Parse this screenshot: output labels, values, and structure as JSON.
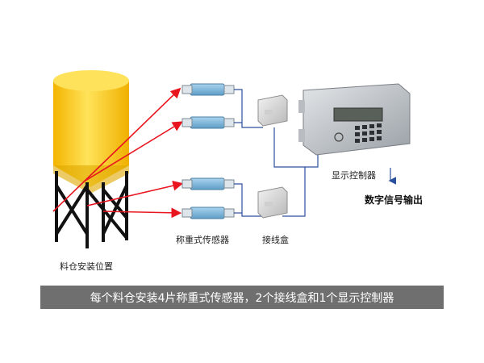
{
  "labels": {
    "silo": "料仓安装位置",
    "sensor": "称重式传感器",
    "junction_box": "接线盒",
    "controller": "显示控制器",
    "output": "数字信号输出"
  },
  "caption": "每个料仓安装4片称重式传感器，2个接线盒和1个显示控制器",
  "colors": {
    "silo_fill": "#ffd21f",
    "silo_leg": "#111111",
    "pointer_arrow": "#e8141e",
    "sensor_body": "#7fb9dc",
    "wire": "#2a4f9c",
    "caption_bg": "#6f6f6f",
    "controller_body": "#c9cdd2"
  }
}
